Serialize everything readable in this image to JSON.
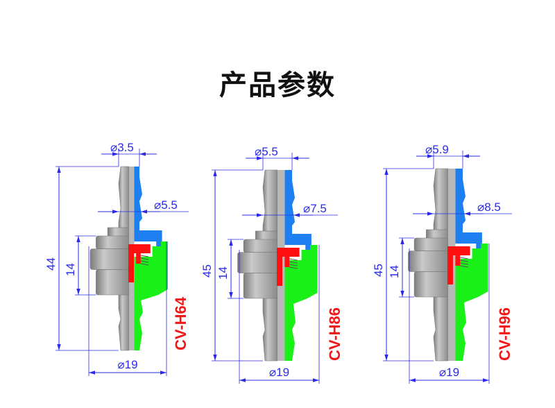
{
  "title": "产品参数",
  "colors": {
    "dimension": "#2a2ae8",
    "model": "#f01818",
    "blue_part": "#1e7ff0",
    "green_part": "#18f018",
    "red_part": "#ff1010",
    "body": "#9a9a9a"
  },
  "products": [
    {
      "model": "CV-H64",
      "length": "44",
      "body_height": "14",
      "inner_diameter": "⌀3.5",
      "barb_diameter": "⌀5.5",
      "body_diameter": "⌀19"
    },
    {
      "model": "CV-H86",
      "length": "45",
      "body_height": "14",
      "inner_diameter": "⌀5.5",
      "barb_diameter": "⌀7.5",
      "body_diameter": "⌀19"
    },
    {
      "model": "CV-H96",
      "length": "45",
      "body_height": "14",
      "inner_diameter": "⌀5.9",
      "barb_diameter": "⌀8.5",
      "body_diameter": "⌀19"
    }
  ]
}
